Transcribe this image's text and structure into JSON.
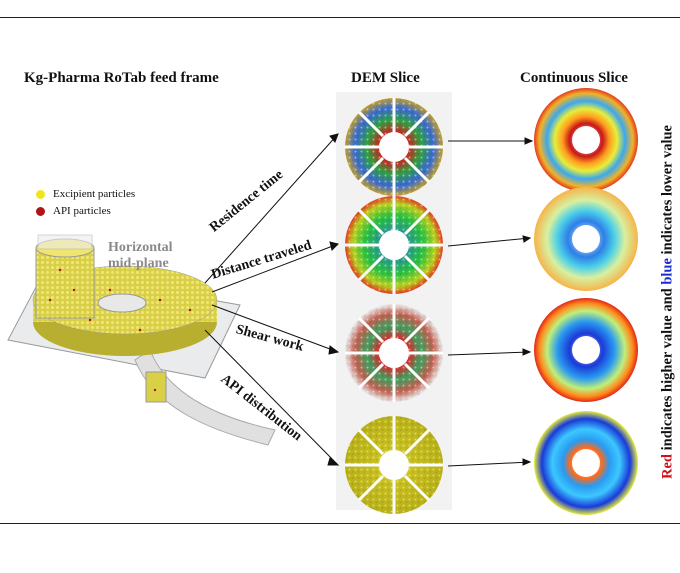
{
  "headers": {
    "left": "Kg-Pharma RoTab feed frame",
    "dem": "DEM Slice",
    "continuous": "Continuous Slice"
  },
  "legend": {
    "excipient": "Excipient particles",
    "api": "API particles",
    "excipient_color": "#f0e41a",
    "api_color": "#b01515"
  },
  "plane_label": {
    "line1": "Horizontal",
    "line2": "mid-plane"
  },
  "rows": [
    {
      "label": "Residence time"
    },
    {
      "label": "Distance traveled"
    },
    {
      "label": "Shear work"
    },
    {
      "label": "API distribution"
    }
  ],
  "side_note": {
    "red_word": "Red",
    "middle": " indicates higher value and ",
    "blue_word": "blue",
    "end": " indicates lower value"
  }
}
